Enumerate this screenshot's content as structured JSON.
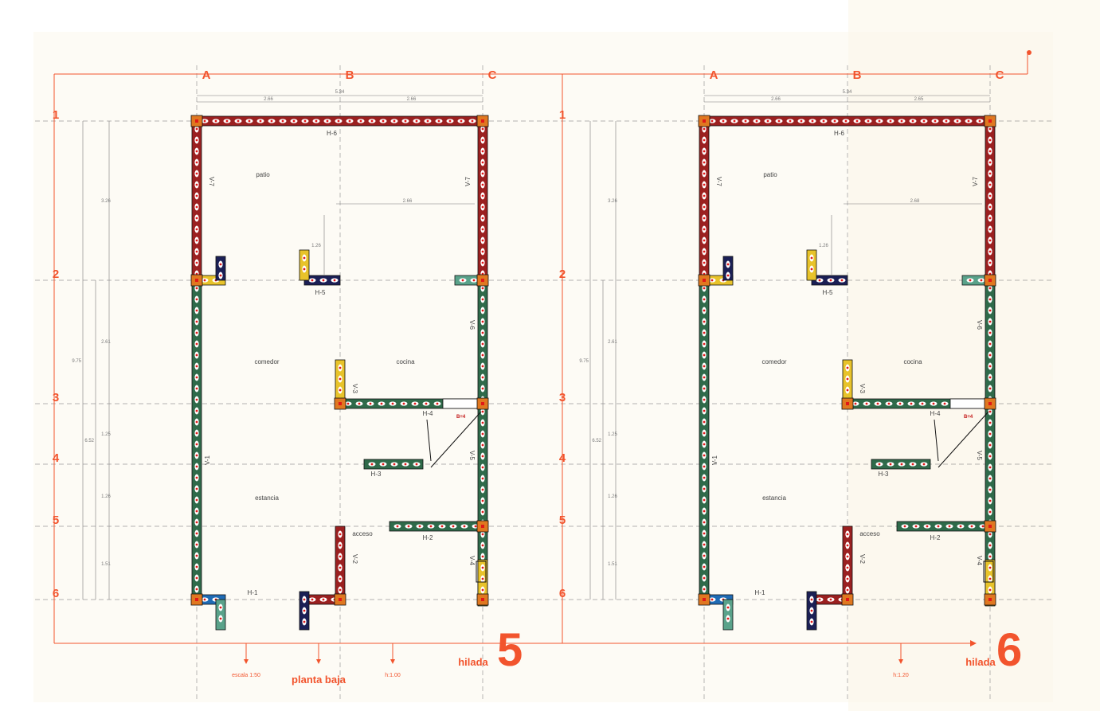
{
  "colors": {
    "paper": "#fdfbf5",
    "accent": "#f2542d",
    "grid": "#9a9a9a",
    "dim": "#7a7a7a",
    "green": "#2f6a4a",
    "red": "#9b2020",
    "yellow": "#e8c32a",
    "blue": "#1f6bb5",
    "navy": "#1b1f55",
    "orange": "#e07820",
    "teal": "#5aa28a"
  },
  "grid": {
    "columns": [
      "A",
      "B",
      "C"
    ],
    "rows": [
      "1",
      "2",
      "3",
      "4",
      "5",
      "6"
    ]
  },
  "dimensions": {
    "total_width": "5.34",
    "bay_left": "2.66",
    "bay_right": "2.66",
    "bay_right_alt": "2.65",
    "patio_height": "3.26",
    "comedor_height": "2.61",
    "row34": "1.25",
    "row45": "1.26",
    "row56": "1.51",
    "total_height": "9.75",
    "lower_height": "6.52",
    "kitchen_width": "2.66",
    "kitchen_width_alt": "2.68",
    "h5_offset": "1.26"
  },
  "rooms": {
    "patio": "patio",
    "comedor": "comedor",
    "cocina": "cocina",
    "estancia": "estancia",
    "acceso": "acceso"
  },
  "walls": {
    "h1": "H-1",
    "h2": "H-2",
    "h3": "H-3",
    "h4": "H-4",
    "h5": "H-5",
    "h6": "H-6",
    "v1": "V-1",
    "v2": "V-2",
    "v3": "V-3",
    "v4": "V-4",
    "v5": "V-5",
    "v6": "V-6",
    "v7": "V-7",
    "opening": "B=4"
  },
  "plan_left": {
    "title": "planta baja",
    "scale": "escala 1:50",
    "height": "h:1.00",
    "course_label": "hilada",
    "course_number": "5"
  },
  "plan_right": {
    "height": "h:1.20",
    "course_label": "hilada",
    "course_number": "6"
  }
}
